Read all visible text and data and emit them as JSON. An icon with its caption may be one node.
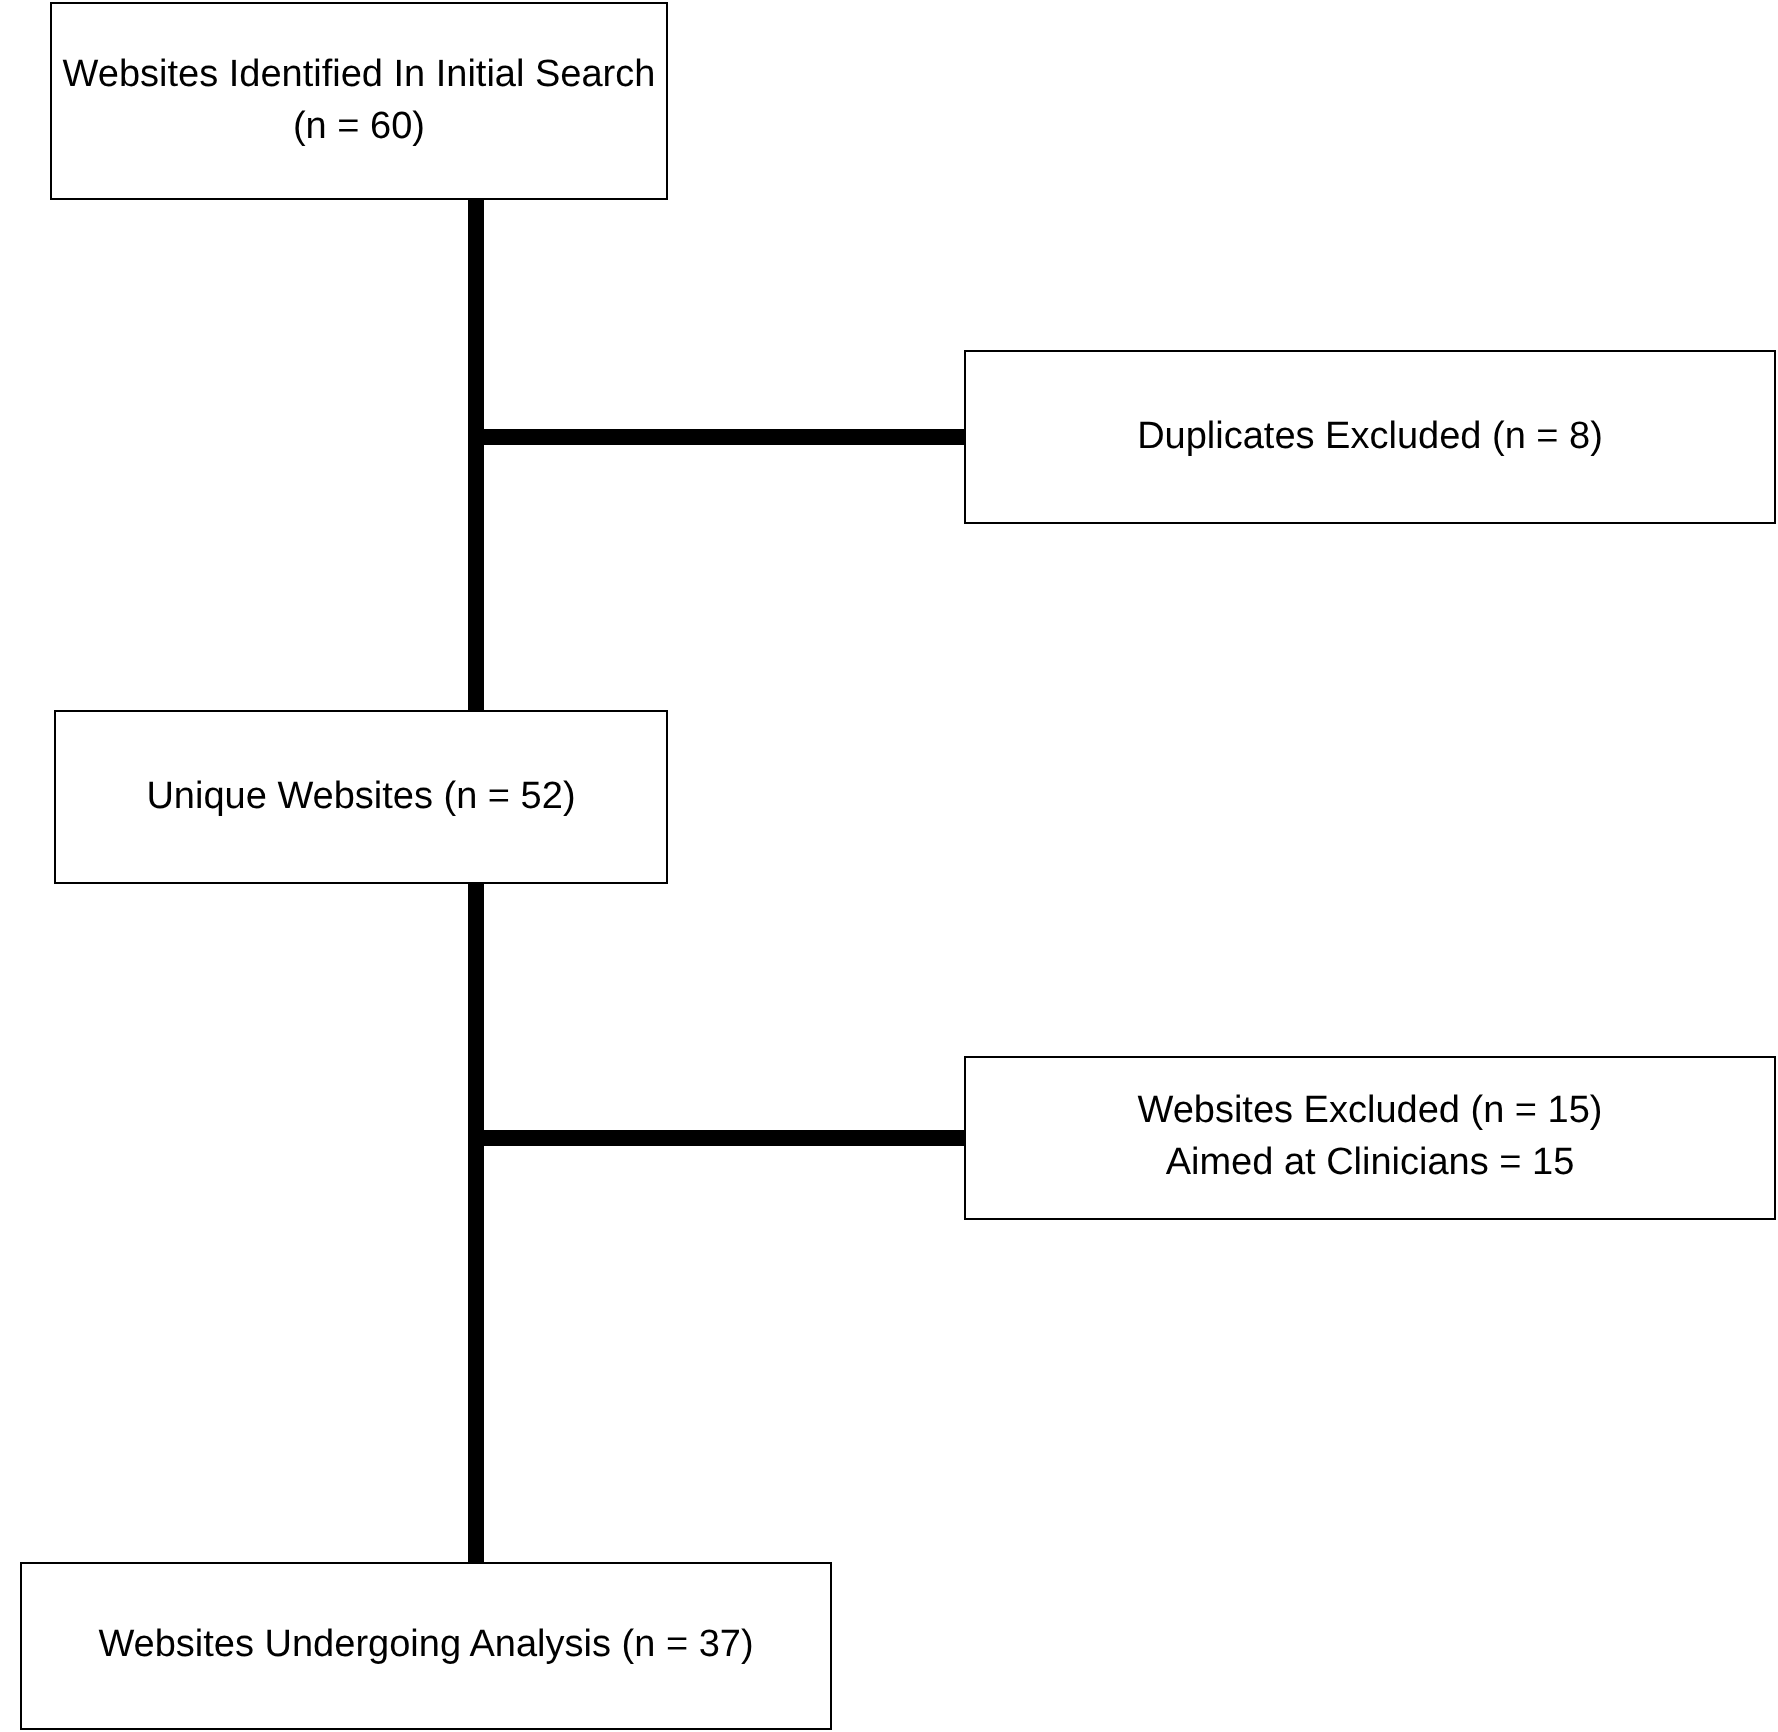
{
  "diagram": {
    "nodes": [
      {
        "text": [
          "Websites Identified In Initial Search",
          "(n = 60)"
        ]
      },
      {
        "text": [
          "Duplicates Excluded (n = 8)"
        ]
      },
      {
        "text": [
          "Unique Websites (n = 52)"
        ]
      },
      {
        "text": [
          "Websites Excluded (n = 15)",
          "Aimed at Clinicians = 15"
        ]
      },
      {
        "text": [
          "Websites Undergoing Analysis (n = 37)"
        ]
      }
    ],
    "edges": [
      {
        "from": 0,
        "to": 2,
        "arrow": "none"
      },
      {
        "from": 0,
        "to": 1,
        "arrow": "none"
      },
      {
        "from": 2,
        "to": 4,
        "arrow": "none"
      },
      {
        "from": 2,
        "to": 3,
        "arrow": "none"
      }
    ]
  }
}
